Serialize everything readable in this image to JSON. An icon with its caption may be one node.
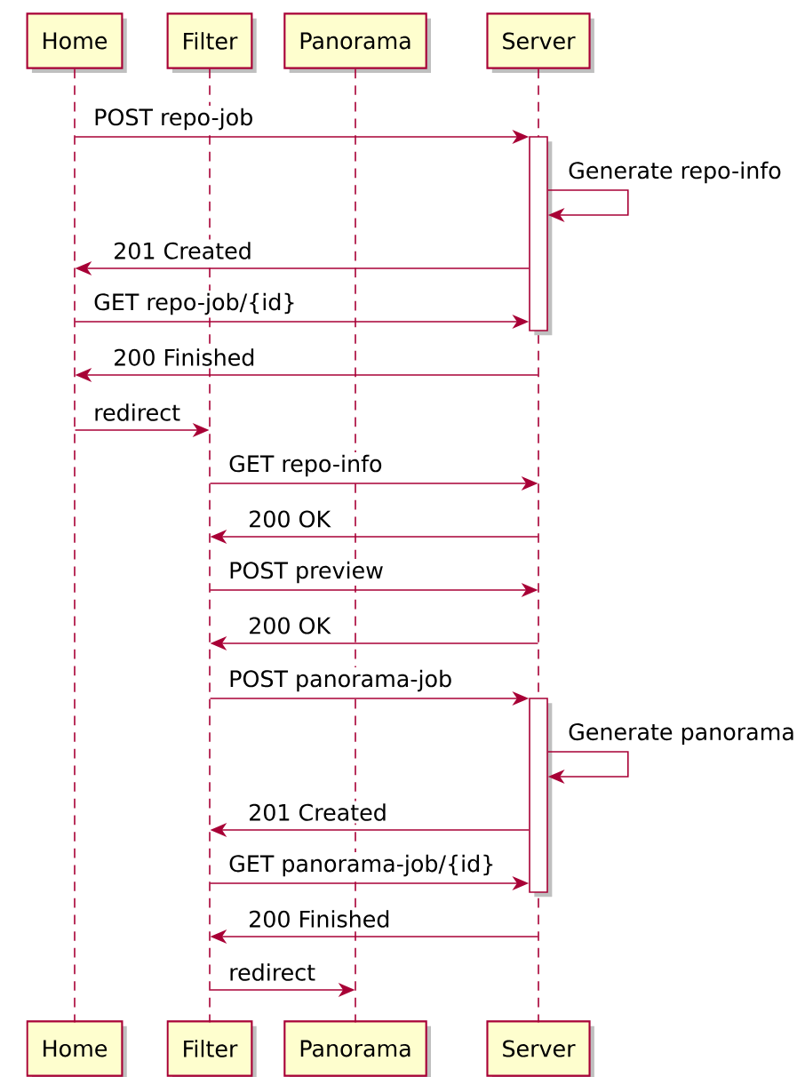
{
  "diagram": {
    "nodes": [
      {
        "text": [
          "Home"
        ]
      },
      {
        "text": [
          "Filter"
        ]
      },
      {
        "text": [
          "Panorama"
        ]
      },
      {
        "text": [
          "Server"
        ]
      },
      {
        "text": [
          "Home"
        ]
      },
      {
        "text": [
          "Filter"
        ]
      },
      {
        "text": [
          "Panorama"
        ]
      },
      {
        "text": [
          "Server"
        ]
      },
      {
        "text": [],
        "shape": "line"
      },
      {
        "text": [],
        "shape": "line"
      },
      {
        "text": [],
        "shape": "line"
      },
      {
        "text": [],
        "shape": "line"
      },
      {
        "text": [],
        "shape": "bar"
      },
      {
        "text": [],
        "shape": "bar"
      }
    ],
    "edges": [
      {
        "from": 8,
        "to": 12,
        "arrow": "to",
        "label": "POST repo-job"
      },
      {
        "from": 12,
        "to": 12,
        "arrow": "to",
        "label": "Generate repo-info"
      },
      {
        "from": 12,
        "to": 8,
        "arrow": "to",
        "label": "201 Created"
      },
      {
        "from": 8,
        "to": 12,
        "arrow": "to",
        "label": "GET repo-job/{id}"
      },
      {
        "from": 11,
        "to": 8,
        "arrow": "to",
        "label": "200 Finished"
      },
      {
        "from": 8,
        "to": 9,
        "arrow": "to",
        "label": "redirect"
      },
      {
        "from": 9,
        "to": 11,
        "arrow": "to",
        "label": "GET repo-info"
      },
      {
        "from": 11,
        "to": 9,
        "arrow": "to",
        "label": "200 OK"
      },
      {
        "from": 9,
        "to": 11,
        "arrow": "to",
        "label": "POST preview"
      },
      {
        "from": 11,
        "to": 9,
        "arrow": "to",
        "label": "200 OK"
      },
      {
        "from": 9,
        "to": 13,
        "arrow": "to",
        "label": "POST panorama-job"
      },
      {
        "from": 13,
        "to": 13,
        "arrow": "to",
        "label": "Generate panorama"
      },
      {
        "from": 13,
        "to": 9,
        "arrow": "to",
        "label": "201 Created"
      },
      {
        "from": 9,
        "to": 13,
        "arrow": "to",
        "label": "GET panorama-job/{id}"
      },
      {
        "from": 11,
        "to": 9,
        "arrow": "to",
        "label": "200 Finished"
      },
      {
        "from": 9,
        "to": 10,
        "arrow": "to",
        "label": "redirect"
      }
    ]
  }
}
